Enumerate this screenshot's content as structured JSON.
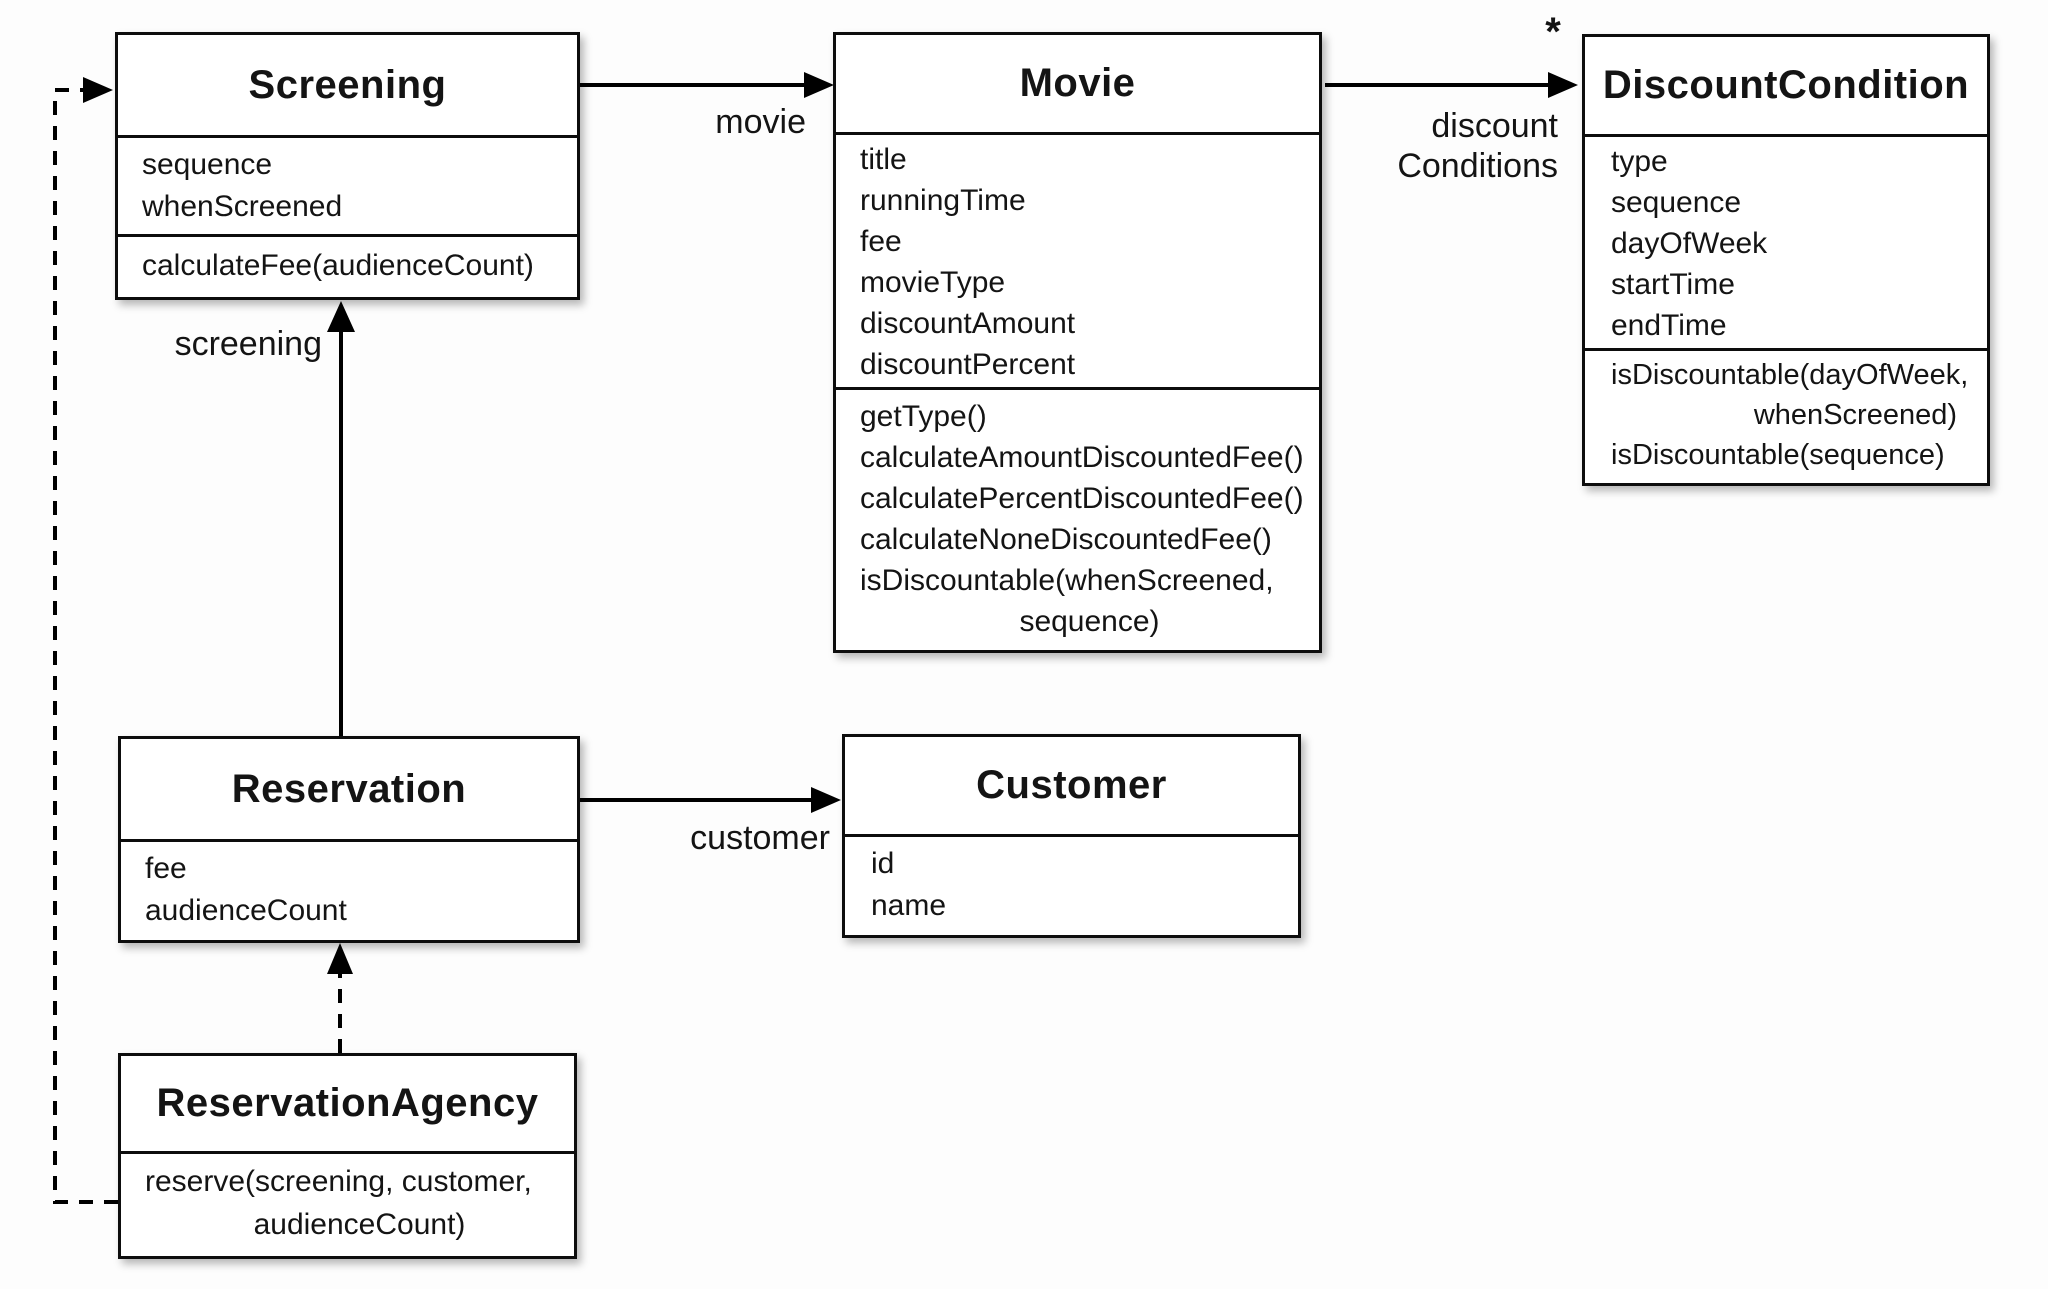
{
  "classes": {
    "screening": {
      "name": "Screening",
      "attributes": [
        "sequence",
        "whenScreened"
      ],
      "method_lines": [
        "calculateFee(audienceCount)"
      ]
    },
    "movie": {
      "name": "Movie",
      "attributes": [
        "title",
        "runningTime",
        "fee",
        "movieType",
        "discountAmount",
        "discountPercent"
      ],
      "method_lines": [
        "getType()",
        "calculateAmountDiscountedFee()",
        "calculatePercentDiscountedFee()",
        "calculateNoneDiscountedFee()",
        "isDiscountable(whenScreened,",
        "sequence)"
      ]
    },
    "discount_condition": {
      "name": "DiscountCondition",
      "attributes": [
        "type",
        "sequence",
        "dayOfWeek",
        "startTime",
        "endTime"
      ],
      "method_lines": [
        "isDiscountable(dayOfWeek,",
        "whenScreened)",
        "isDiscountable(sequence)"
      ]
    },
    "reservation": {
      "name": "Reservation",
      "attributes": [
        "fee",
        "audienceCount"
      ],
      "method_lines": []
    },
    "customer": {
      "name": "Customer",
      "attributes": [
        "id",
        "name"
      ],
      "method_lines": []
    },
    "reservation_agency": {
      "name": "ReservationAgency",
      "attributes": [],
      "method_lines": [
        "reserve(screening, customer,",
        "audienceCount)"
      ]
    }
  },
  "labels": {
    "movie_association": "movie",
    "discount_conditions_line1": "discount",
    "discount_conditions_line2": "Conditions",
    "discount_multiplicity": "*",
    "screening_association": "screening",
    "customer_association": "customer"
  },
  "colors": {
    "stroke": "#000000",
    "box_fill": "#ffffff",
    "text": "#141414",
    "background": "#fdfdfd"
  }
}
